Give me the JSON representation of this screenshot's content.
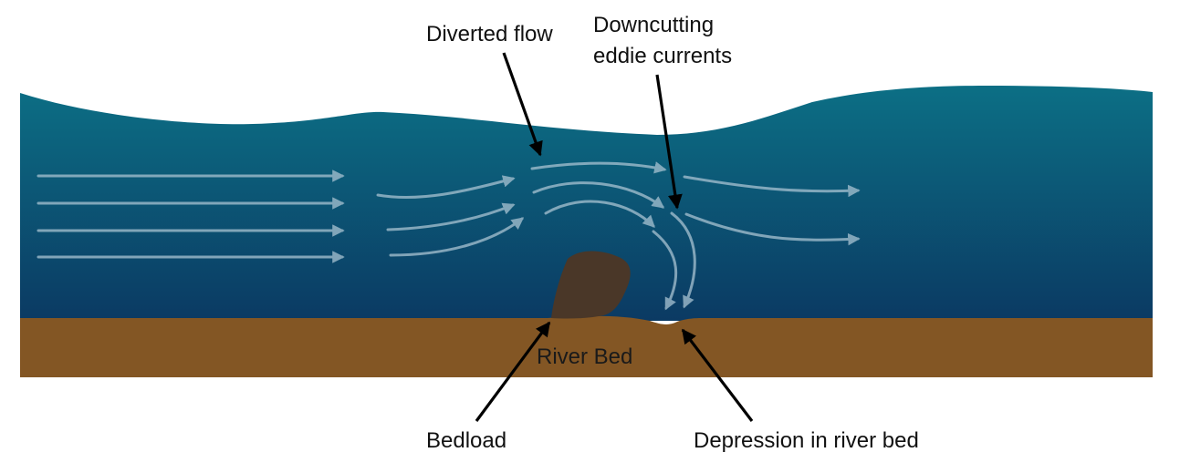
{
  "labels": {
    "diverted_flow": "Diverted flow",
    "downcutting_line1": "Downcutting",
    "downcutting_line2": "eddie currents",
    "river_bed": "River Bed",
    "bedload": "Bedload",
    "depression": "Depression in river bed"
  },
  "colors": {
    "water_top": "#0c6f85",
    "water_bottom": "#0b3a63",
    "river_bed": "#835624",
    "bedload_rock": "#4a3728",
    "flow_arrows": "#a9c3d2",
    "pointers": "#000000"
  }
}
